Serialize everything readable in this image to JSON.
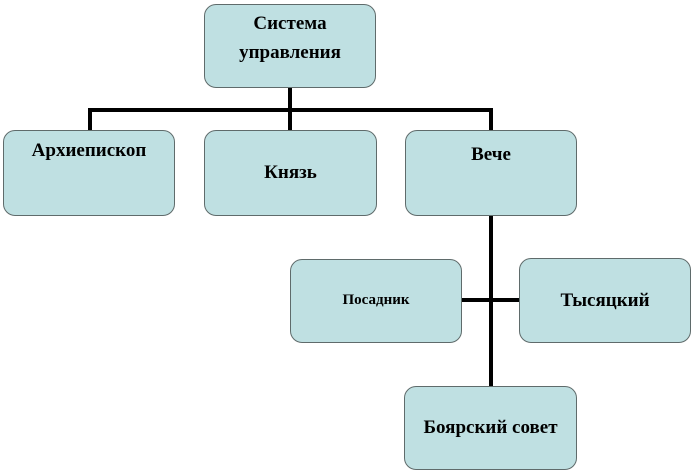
{
  "diagram": {
    "colors": {
      "box_fill": "#bfe0e2",
      "box_border": "#5f6b6b",
      "line": "#000000"
    },
    "nodes": {
      "root": {
        "line1": "Система",
        "line2": "управления"
      },
      "archbishop": "Архиепископ",
      "prince": "Князь",
      "veche": "Вече",
      "posadnik": "Посадник",
      "tysyatsky": "Тысяцкий",
      "boyar_council": "Боярский совет"
    }
  }
}
